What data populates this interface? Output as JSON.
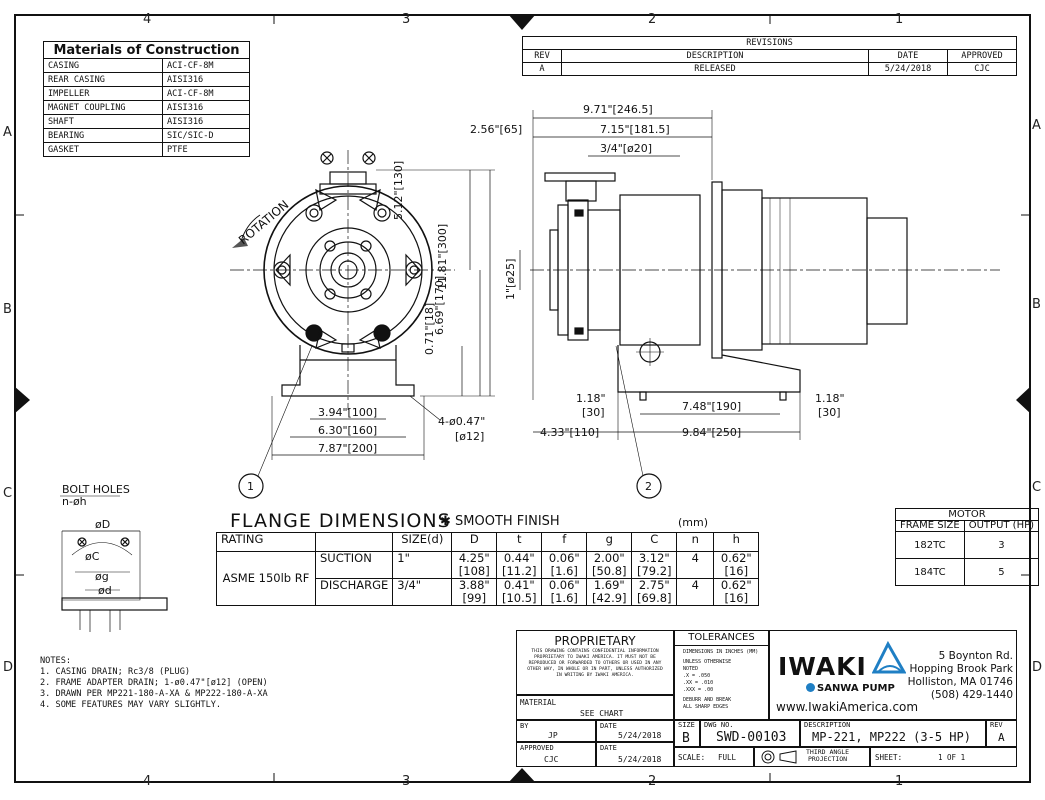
{
  "zones": {
    "top": [
      "4",
      "3",
      "2",
      "1"
    ],
    "side": [
      "A",
      "B",
      "C",
      "D"
    ]
  },
  "materials": {
    "title": "Materials of Construction",
    "rows": [
      [
        "CASING",
        "ACI-CF-8M"
      ],
      [
        "REAR CASING",
        "AISI316"
      ],
      [
        "IMPELLER",
        "ACI-CF-8M"
      ],
      [
        "MAGNET COUPLING",
        "AISI316"
      ],
      [
        "SHAFT",
        "AISI316"
      ],
      [
        "BEARING",
        "SIC/SIC-D"
      ],
      [
        "GASKET",
        "PTFE"
      ]
    ]
  },
  "revisions": {
    "title": "REVISIONS",
    "headers": [
      "REV",
      "DESCRIPTION",
      "DATE",
      "APPROVED"
    ],
    "row": [
      "A",
      "RELEASED",
      "5/24/2018",
      "CJC"
    ]
  },
  "front_view": {
    "rotation": "ROTATION",
    "dims": [
      "5.12\"[130]",
      "11.81\"[300]",
      "0.71\"[18]",
      "6.69\"[170]",
      "3.94\"[100]",
      "6.30\"[160]",
      "7.87\"[200]",
      "4-ø0.47\"",
      "[ø12]"
    ],
    "callout": "1"
  },
  "side_view": {
    "dims": [
      "9.71\"[246.5]",
      "2.56\"[65]",
      "7.15\"[181.5]",
      "3/4\"[ø20]",
      "1\"[ø25]",
      "1.18\"",
      "[30]",
      "7.48\"[190]",
      "1.18\"",
      "[30]",
      "4.33\"[110]",
      "9.84\"[250]"
    ],
    "callout": "2"
  },
  "bolt_holes": {
    "title": "BOLT HOLES",
    "sub": "n-øh",
    "labels": [
      "øD",
      "øC",
      "øg",
      "ød"
    ]
  },
  "flange": {
    "title": "FLANGE DIMENSIONS",
    "note": "✱ SMOOTH FINISH",
    "unit": "(mm)",
    "headers": [
      "RATING",
      "",
      "SIZE(d)",
      "D",
      "t",
      "f",
      "g",
      "C",
      "n",
      "h"
    ],
    "rating": "ASME 150lb RF",
    "rows": [
      {
        "name": "SUCTION",
        "size": "1\"",
        "D": [
          "4.25\"",
          "[108]"
        ],
        "t": [
          "0.44\"",
          "[11.2]"
        ],
        "f": [
          "0.06\"",
          "[1.6]"
        ],
        "g": [
          "2.00\"",
          "[50.8]"
        ],
        "C": [
          "3.12\"",
          "[79.2]"
        ],
        "n": [
          "4",
          ""
        ],
        "h": [
          "0.62\"",
          "[16]"
        ]
      },
      {
        "name": "DISCHARGE",
        "size": "3/4\"",
        "D": [
          "3.88\"",
          "[99]"
        ],
        "t": [
          "0.41\"",
          "[10.5]"
        ],
        "f": [
          "0.06\"",
          "[1.6]"
        ],
        "g": [
          "1.69\"",
          "[42.9]"
        ],
        "C": [
          "2.75\"",
          "[69.8]"
        ],
        "n": [
          "4",
          ""
        ],
        "h": [
          "0.62\"",
          "[16]"
        ]
      }
    ]
  },
  "motor": {
    "title": "MOTOR",
    "headers": [
      "FRAME SIZE",
      "OUTPUT (HP)"
    ],
    "rows": [
      [
        "182TC",
        "3"
      ],
      [
        "184TC",
        "5"
      ]
    ]
  },
  "notes": [
    "NOTES:",
    "1. CASING DRAIN; Rc3/8 (PLUG)",
    "2. FRAME ADAPTER DRAIN; 1-ø0.47\"[ø12] (OPEN)",
    "3. DRAWN PER MP221-180-A-XA & MP222-180-A-XA",
    "4. SOME FEATURES MAY VARY SLIGHTLY."
  ],
  "title_block": {
    "proprietary": "PROPRIETARY",
    "proprietary_text": [
      "THIS DRAWING CONTAINS CONFIDENTIAL INFORMATION",
      "PROPRIETARY TO IWAKI AMERICA. IT MUST NOT BE",
      "REPRODUCED OR FORWARDED TO OTHERS OR USED IN ANY",
      "OTHER WAY, IN WHOLE OR IN PART, UNLESS AUTHORIZED",
      "IN WRITING BY IWAKI AMERICA."
    ],
    "tolerances": "TOLERANCES",
    "tol_text": [
      "DIMENSIONS IN INCHES (MM)",
      "UNLESS OTHERWISE",
      "NOTED",
      ".X = .050",
      ".XX = .010",
      ".XXX = .00",
      "DEBURR AND BREAK",
      "ALL SHARP EDGES"
    ],
    "material_label": "MATERIAL",
    "material_value": "SEE CHART",
    "by_label": "BY",
    "by": "JP",
    "date_label": "DATE",
    "by_date": "5/24/2018",
    "approved_label": "APPROVED",
    "approved": "CJC",
    "approved_date": "5/24/2018",
    "size_label": "SIZE",
    "size": "B",
    "dwg_label": "DWG NO.",
    "dwg": "SWD-00103",
    "desc_label": "DESCRIPTION",
    "desc": "MP-221, MP222 (3-5 HP)",
    "rev_label": "REV",
    "rev": "A",
    "scale_label": "SCALE:",
    "scale": "FULL",
    "projection": [
      "THIRD ANGLE",
      "PROJECTION"
    ],
    "sheet_label": "SHEET:",
    "sheet": "1 OF 1",
    "brand": "IWAKI",
    "sub_brand": "SANWA PUMP",
    "website": "www.IwakiAmerica.com",
    "address": [
      "5 Boynton Rd.",
      "Hopping Brook Park",
      "Holliston, MA 01746",
      "(508) 429-1440"
    ],
    "brand_color": "#1f7fc4"
  }
}
